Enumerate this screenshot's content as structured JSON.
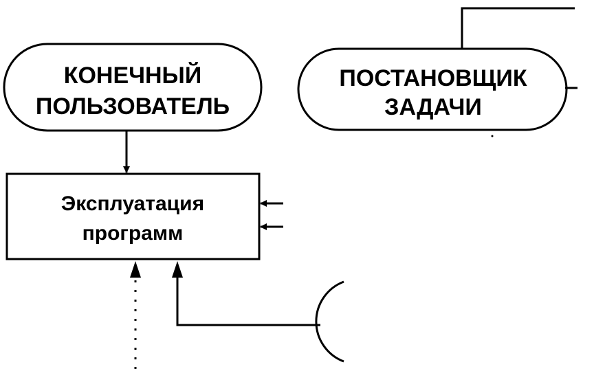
{
  "nodes": {
    "end_user": {
      "line1": "КОНЕЧНЫЙ",
      "line2": "ПОЛЬЗОВАТЕЛЬ"
    },
    "task_setter": {
      "line1": "ПОСТАНОВЩИК",
      "line2": "ЗАДАЧИ"
    },
    "operation": {
      "line1": "Эксплуатация",
      "line2": "программ"
    }
  },
  "colors": {
    "ink": "#000000",
    "background": "#ffffff"
  }
}
